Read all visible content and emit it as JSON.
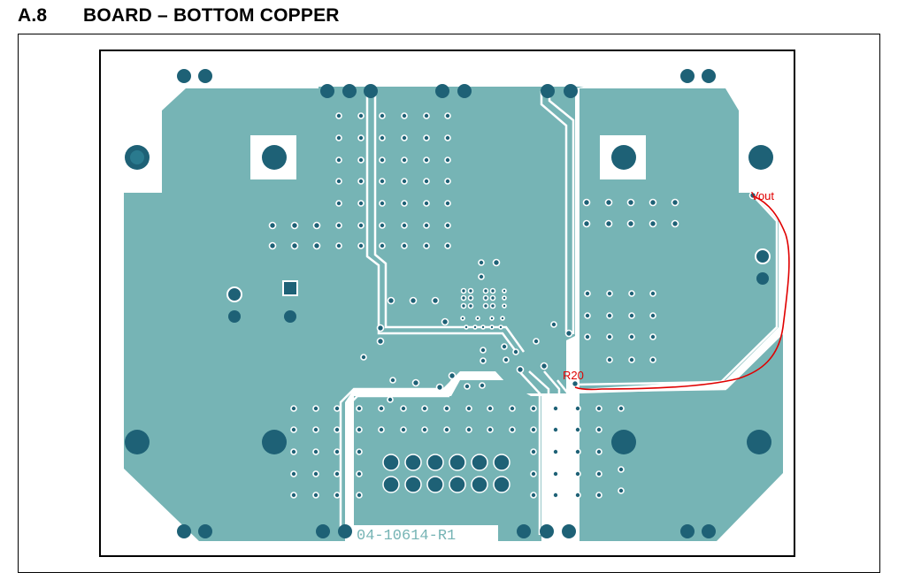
{
  "figure": {
    "section_number": "A.8",
    "section_title": "BOARD – BOTTOM COPPER"
  },
  "board": {
    "silkscreen_label": "04-10614-R1",
    "annotations": {
      "vout_label": "Vout",
      "r20_label": "R20"
    },
    "colors": {
      "copper": "#76b4b5",
      "pad": "#1e6176",
      "outline": "#000000",
      "annotation": "#e00000"
    }
  }
}
